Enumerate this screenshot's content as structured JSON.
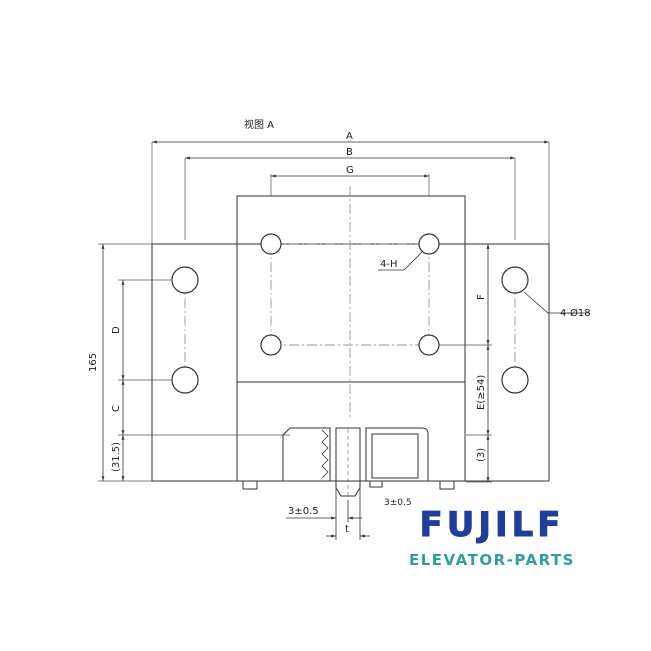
{
  "drawing": {
    "view_title": "视图 A",
    "dims": {
      "A": "A",
      "B": "B",
      "G": "G",
      "F": "F",
      "D": "D",
      "C": "C",
      "E": "E(≥54)",
      "height_165": "165",
      "offset_31_5": "(31.5)",
      "offset_3": "(3)",
      "tol_left": "3±0.5",
      "tol_right": "3±0.5",
      "t": "t"
    },
    "callouts": {
      "holes_h": "4-H",
      "holes_d18": "4-Ø18"
    }
  },
  "brand": {
    "logo": "FUJILF",
    "tagline": "ELEVATOR-PARTS"
  },
  "colors": {
    "line": "#333333",
    "dash": "#7a7a7a",
    "brand_logo": "#1f3f9a",
    "brand_tagline": "#2f9f9c"
  }
}
